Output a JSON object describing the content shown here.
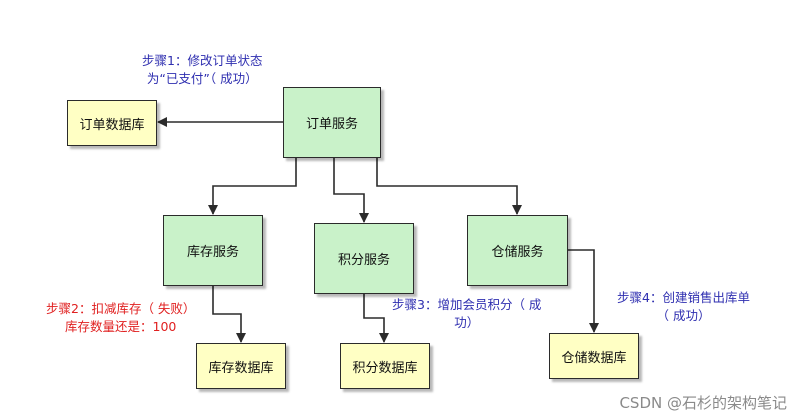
{
  "nodes": {
    "order_service": "订单服务",
    "order_db": "订单数据库",
    "inventory_service": "库存服务",
    "points_service": "积分服务",
    "warehouse_service": "仓储服务",
    "inventory_db": "库存数据库",
    "points_db": "积分数据库",
    "warehouse_db": "仓储数据库"
  },
  "notes": {
    "step1": [
      "步骤1：修改订单状态",
      "为“已支付”（ 成功）"
    ],
    "step2": [
      "步骤2：扣减库存（ 失败）",
      "库存数量还是：100"
    ],
    "step3": [
      "步骤3：增加会员积分（ 成",
      "功）"
    ],
    "step4": [
      "步骤4：创建销售出库单",
      "（ 成功）"
    ]
  },
  "colors": {
    "service_fill": "#c9f2c9",
    "db_fill": "#ffffc4",
    "note_blue": "#2f2fb0",
    "note_red": "#e02020",
    "edge": "#2b2b2b"
  },
  "watermark": "CSDN @石杉的架构笔记"
}
